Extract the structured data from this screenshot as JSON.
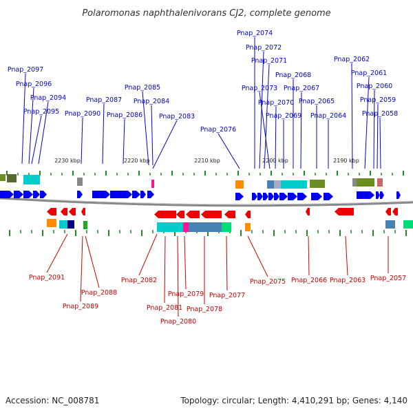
{
  "title": "Polaromonas naphthalenivorans CJ2, complete genome",
  "footer": {
    "accession": "Accession: NC_008781",
    "summary": "Topology: circular; Length: 4,410,291 bp; Genes: 4,140"
  },
  "kbp_labels": [
    "2230 kbp",
    "2220 kbp",
    "2210 kbp",
    "2200 kbp",
    "2190 kbp"
  ],
  "colors": {
    "forward_gene": "#0000ee",
    "reverse_gene": "#ee0000",
    "forward_label": "#0000cc",
    "reverse_label": "#cc0000",
    "backbone": "#888888",
    "tick": "#228b22"
  },
  "top_genes": [
    "Pnap_2097",
    "Pnap_2096",
    "Pnap_2094",
    "Pnap_2095",
    "Pnap_2090",
    "Pnap_2087",
    "Pnap_2086",
    "Pnap_2085",
    "Pnap_2084",
    "Pnap_2083",
    "Pnap_2076",
    "Pnap_2074",
    "Pnap_2072",
    "Pnap_2071",
    "Pnap_2073",
    "Pnap_2068",
    "Pnap_2067",
    "Pnap_2070",
    "Pnap_2069",
    "Pnap_2065",
    "Pnap_2064",
    "Pnap_2062",
    "Pnap_2061",
    "Pnap_2060",
    "Pnap_2059",
    "Pnap_2058"
  ],
  "bottom_genes": [
    "Pnap_2091",
    "Pnap_2089",
    "Pnap_2088",
    "Pnap_2082",
    "Pnap_2081",
    "Pnap_2080",
    "Pnap_2079",
    "Pnap_2078",
    "Pnap_2077",
    "Pnap_2075",
    "Pnap_2066",
    "Pnap_2063",
    "Pnap_2057"
  ]
}
